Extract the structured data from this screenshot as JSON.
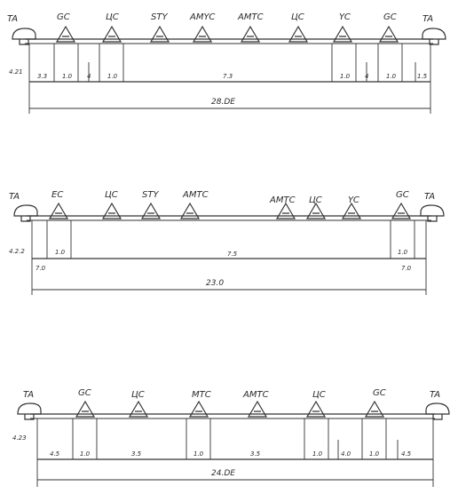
{
  "diagrams": [
    {
      "labels": [
        "TA",
        "GC",
        "ЦС",
        "STY",
        "AMYC",
        "AMTC",
        "ЦС",
        "YC",
        "GC",
        "TA"
      ],
      "height": "4.21",
      "segments": [
        "3.3",
        "1.0",
        "4",
        "1.0",
        "7.3",
        "1.0",
        "4",
        "1.0",
        "1.5"
      ],
      "total": "28.DE"
    },
    {
      "labels": [
        "TA",
        "EC",
        "ЦС",
        "STY",
        "AMTC",
        "AMTC",
        "ЦС",
        "YC",
        "GC",
        "TA"
      ],
      "height": "4.2.2",
      "segments": [
        "7.0",
        "1.0",
        "7.5",
        "1.0",
        "7.0"
      ],
      "total": "23.0"
    },
    {
      "labels": [
        "TA",
        "GC",
        "ЦС",
        "MTC",
        "AMTC",
        "ЦС",
        "GC",
        "TA"
      ],
      "height": "4.23",
      "segments": [
        "4.5",
        "1.0",
        "3.5",
        "1.0",
        "3.5",
        "1.0",
        "4.0",
        "1.0",
        "4.5"
      ],
      "total": "24.DE"
    }
  ]
}
